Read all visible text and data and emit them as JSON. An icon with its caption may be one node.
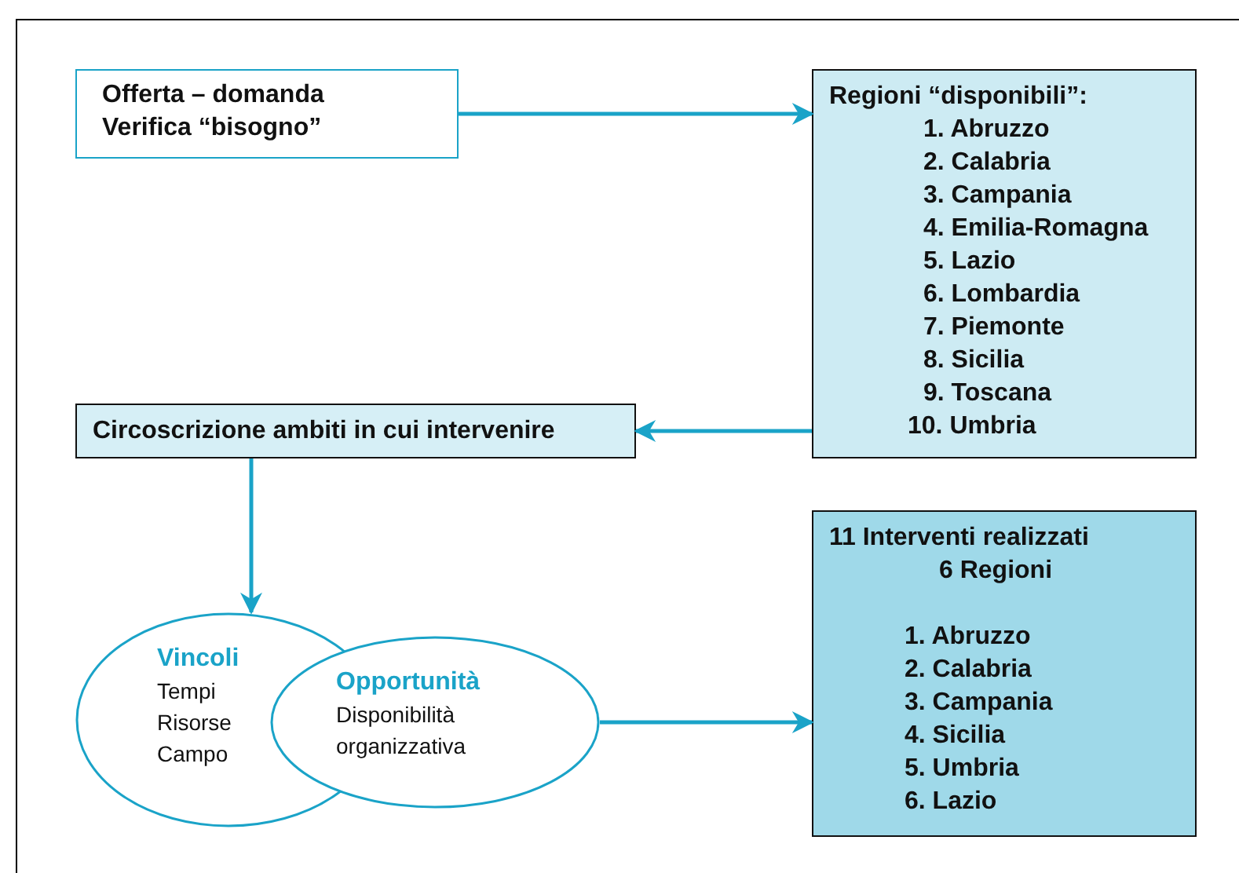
{
  "diagram": {
    "nodes": [
      {
        "text": [
          "Offerta – domanda",
          "Verifica “bisogno”"
        ]
      },
      {
        "text": [
          "Regioni “disponibili”:",
          "1. Abruzzo",
          "2. Calabria",
          "3. Campania",
          "4. Emilia-Romagna",
          "5. Lazio",
          "6. Lombardia",
          "7. Piemonte",
          "8. Sicilia",
          "9. Toscana",
          "10. Umbria"
        ]
      },
      {
        "text": [
          "Circoscrizione ambiti in cui intervenire"
        ]
      },
      {
        "text": [
          "Vincoli",
          "Tempi",
          "Risorse",
          "Campo"
        ]
      },
      {
        "text": [
          "Opportunità",
          "Disponibilità organizzativa"
        ]
      },
      {
        "text": [
          "11 Interventi realizzati",
          "6 Regioni",
          "1. Abruzzo",
          "2. Calabria",
          "3. Campania",
          "4. Sicilia",
          "5. Umbria",
          "6. Lazio"
        ]
      }
    ],
    "edges": [
      {
        "from": 0,
        "to": 1,
        "arrow": "to"
      },
      {
        "from": 1,
        "to": 2,
        "arrow": "to"
      },
      {
        "from": 2,
        "to": 3,
        "arrow": "to"
      },
      {
        "from": 4,
        "to": 5,
        "arrow": "to"
      }
    ]
  }
}
